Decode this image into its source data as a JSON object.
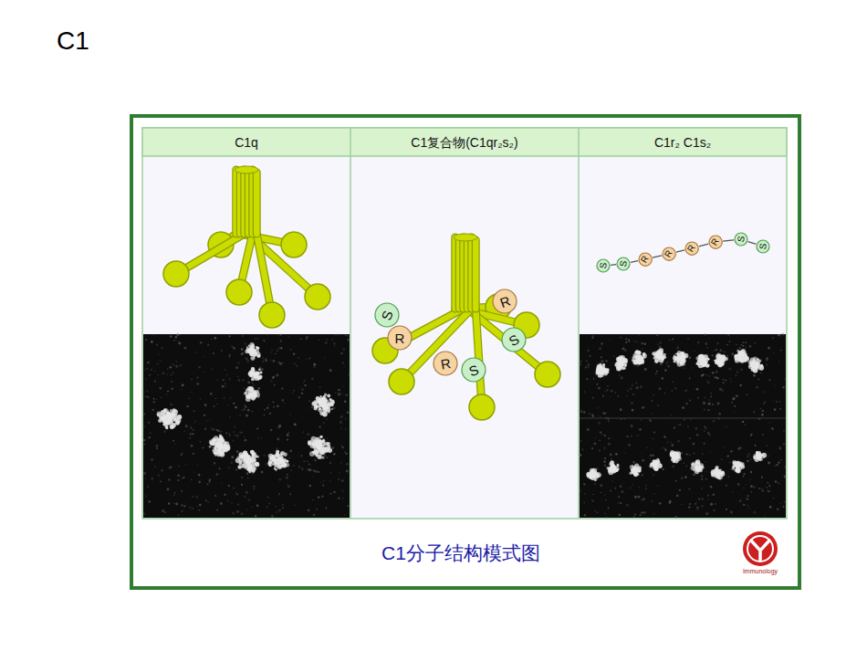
{
  "diagram": {
    "title": "C1",
    "caption": "C1分子结构模式图",
    "nodes": [
      {
        "text": [
          "C1q"
        ]
      },
      {
        "text": [
          "C1复合物(C1qr₂s₂)"
        ]
      },
      {
        "text": [
          "C1r₂ C1s₂"
        ]
      },
      {
        "text": [
          "R"
        ]
      },
      {
        "text": [
          "S"
        ]
      },
      {
        "text": [
          "R"
        ]
      },
      {
        "text": [
          "S"
        ]
      },
      {
        "text": [
          "R"
        ]
      },
      {
        "text": [
          "S"
        ]
      },
      {
        "text": [
          "S"
        ]
      },
      {
        "text": [
          "S"
        ]
      },
      {
        "text": [
          "R"
        ]
      },
      {
        "text": [
          "R"
        ]
      },
      {
        "text": [
          "R"
        ]
      },
      {
        "text": [
          "R"
        ]
      },
      {
        "text": [
          "S"
        ]
      },
      {
        "text": [
          "S"
        ]
      }
    ],
    "edges": [
      {
        "from": 9,
        "to": 10,
        "arrow": "none"
      },
      {
        "from": 10,
        "to": 11,
        "arrow": "none"
      },
      {
        "from": 11,
        "to": 12,
        "arrow": "none"
      },
      {
        "from": 12,
        "to": 13,
        "arrow": "none"
      },
      {
        "from": 13,
        "to": 14,
        "arrow": "none"
      },
      {
        "from": 14,
        "to": 15,
        "arrow": "none"
      },
      {
        "from": 15,
        "to": 16,
        "arrow": "none"
      }
    ],
    "labels": [
      "Immunology"
    ]
  }
}
